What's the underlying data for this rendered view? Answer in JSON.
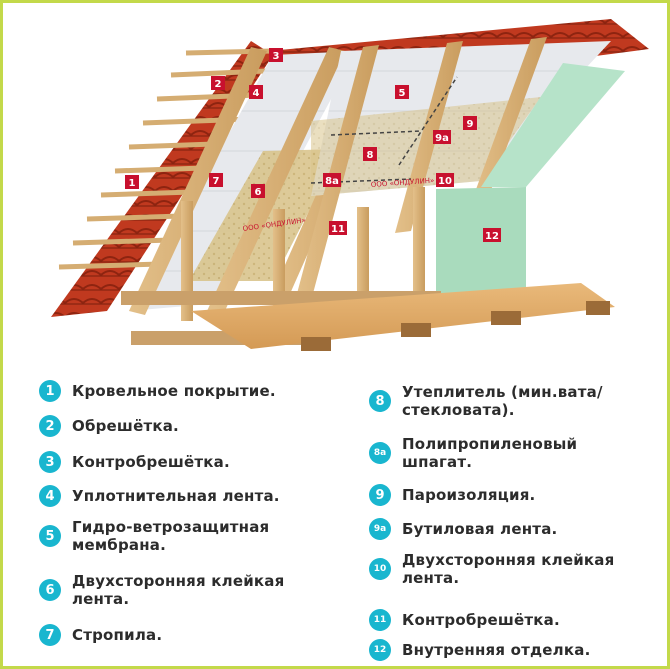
{
  "callout_colors": {
    "badge": "#19b6cf",
    "tag": "#c8102e",
    "frame": "#c3d94a"
  },
  "membrane_print": "ООО «ОНДУЛИН»",
  "tags": [
    "1",
    "2",
    "3",
    "4",
    "5",
    "6",
    "7",
    "8",
    "8a",
    "9",
    "9a",
    "10",
    "11",
    "12"
  ],
  "legend_left": [
    {
      "num": "1",
      "text": "Кровельное покрытие."
    },
    {
      "num": "2",
      "text": "Обрешётка."
    },
    {
      "num": "3",
      "text": "Контробрешётка."
    },
    {
      "num": "4",
      "text": "Уплотнительная лента."
    },
    {
      "num": "5",
      "text": "Гидро-ветрозащитная мембрана."
    },
    {
      "num": "6",
      "text": "Двухсторонняя клейкая лента."
    },
    {
      "num": "7",
      "text": "Стропила."
    }
  ],
  "legend_right": [
    {
      "num": "8",
      "text": "Утеплитель (мин.вата/ стекловата)."
    },
    {
      "num": "8a",
      "text": "Полипропиленовый шпагат."
    },
    {
      "num": "9",
      "text": "Пароизоляция."
    },
    {
      "num": "9a",
      "text": "Бутиловая лента."
    },
    {
      "num": "10",
      "text": "Двухсторонняя клейкая лента."
    },
    {
      "num": "11",
      "text": "Контробрешётка."
    },
    {
      "num": "12",
      "text": "Внутренняя отделка."
    }
  ]
}
